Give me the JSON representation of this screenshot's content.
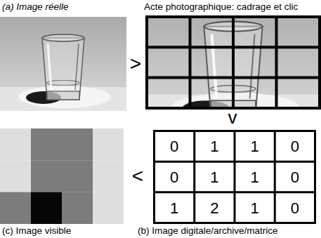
{
  "diagram": {
    "nodes": [
      {
        "text": [
          "(a) Image réelle"
        ]
      },
      {
        "text": [
          "Acte photographique: cadrage et clic"
        ]
      },
      {
        "text": [
          "(b) Image digitale/archive/matrice"
        ]
      },
      {
        "text": [
          "(c) Image visible"
        ]
      }
    ],
    "labels": [
      ">",
      "v",
      "0",
      "1",
      "1",
      "0",
      "0",
      "1",
      "1",
      "0",
      "1",
      "2",
      "1",
      "0",
      "<"
    ]
  }
}
